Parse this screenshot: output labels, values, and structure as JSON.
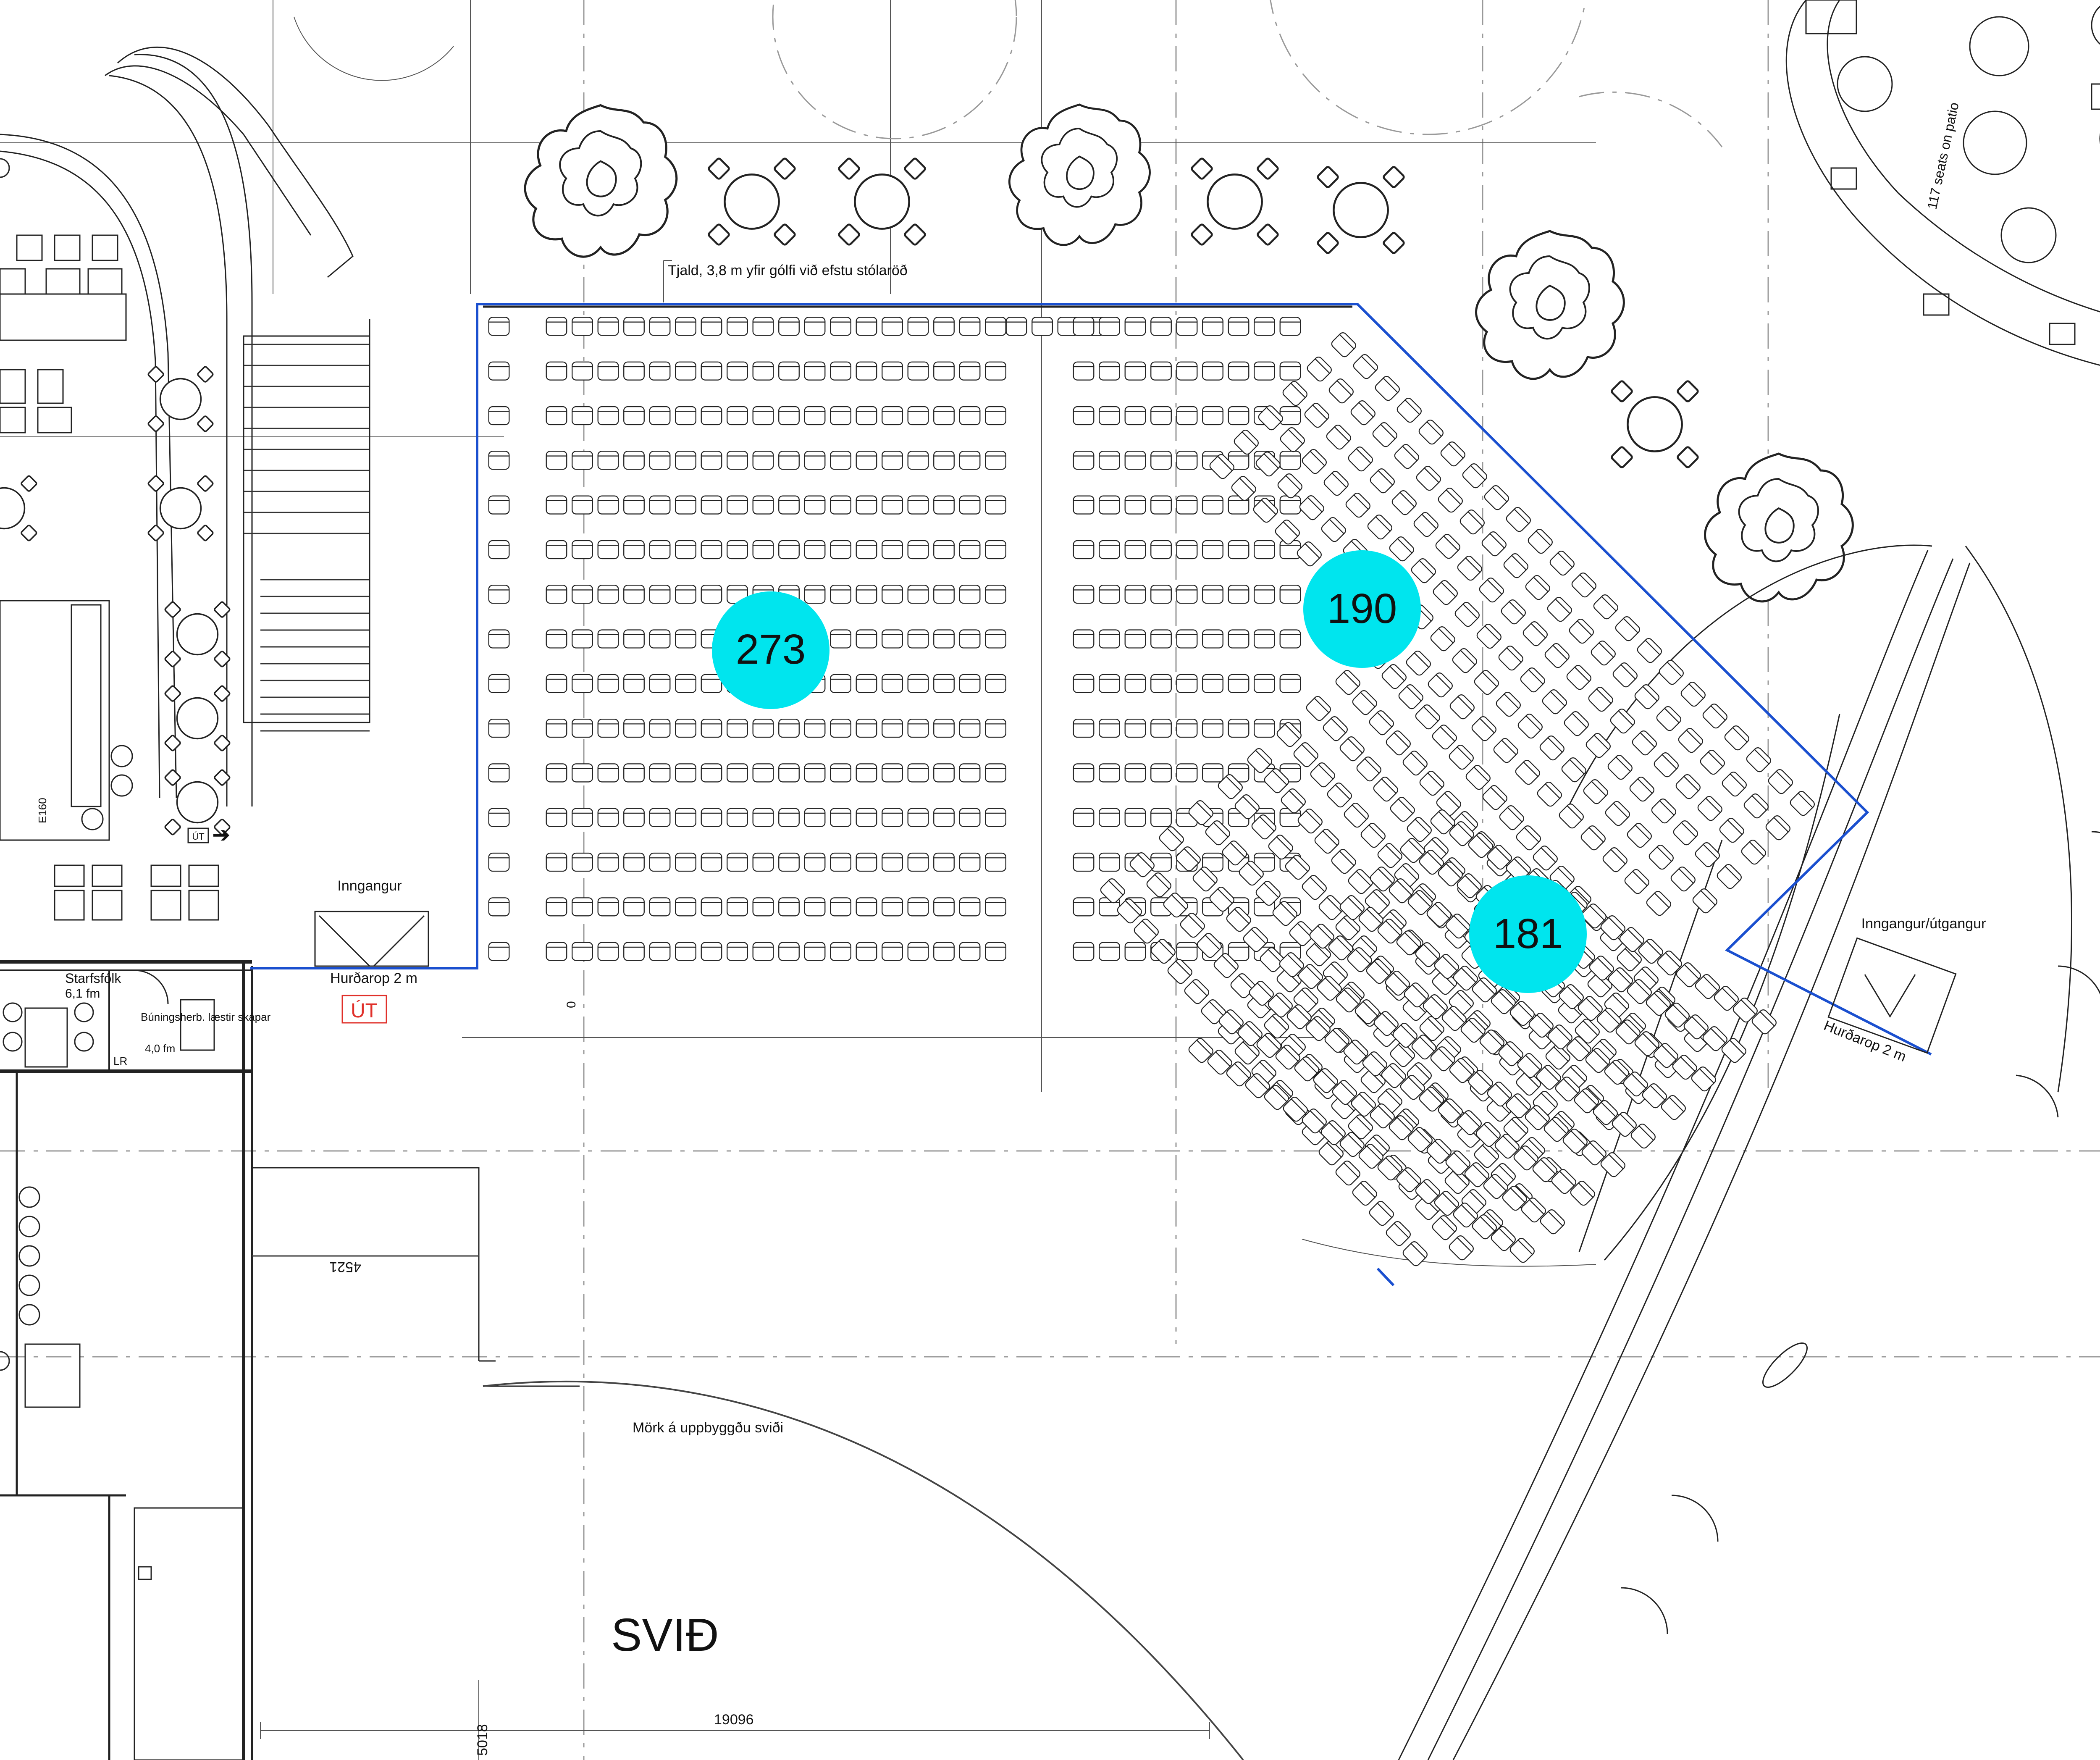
{
  "labels": {
    "screen_note": "Tjald, 3,8 m yfir gólfi við efstu stólaröð",
    "entrance_left": "Inngangur",
    "door_left": "Hurðarop 2 m",
    "exit_sign": "ÚT",
    "exit_small": "ÚT",
    "entrance_right": "Inngangur/útgangur",
    "door_right": "Hurðarop 2 m",
    "stage": "SVIÐ",
    "build_limit": "Mörk á uppbyggðu sviði",
    "staff_room": "Starfsfólk",
    "staff_area": "6,1 fm",
    "locker_room": "Búningsherb. læstir skápar",
    "locker_area": "4,0 fm",
    "lr_tag": "LR",
    "patio_seats": "117 seats on patio",
    "room_code": "E160",
    "zero_mark": "0"
  },
  "dimensions": {
    "d4521": "4521",
    "d19096": "19096",
    "d5018": "5018"
  },
  "sections": [
    {
      "id": "left-block",
      "seats": "273",
      "color": "#00e5ee"
    },
    {
      "id": "upper-right-block",
      "seats": "190",
      "color": "#00e5ee"
    },
    {
      "id": "lower-right-block",
      "seats": "181",
      "color": "#00e5ee"
    }
  ],
  "colors": {
    "boundary": "#1a4fcf",
    "badge": "#00e5ee",
    "exit_sign": "#e0302a"
  }
}
